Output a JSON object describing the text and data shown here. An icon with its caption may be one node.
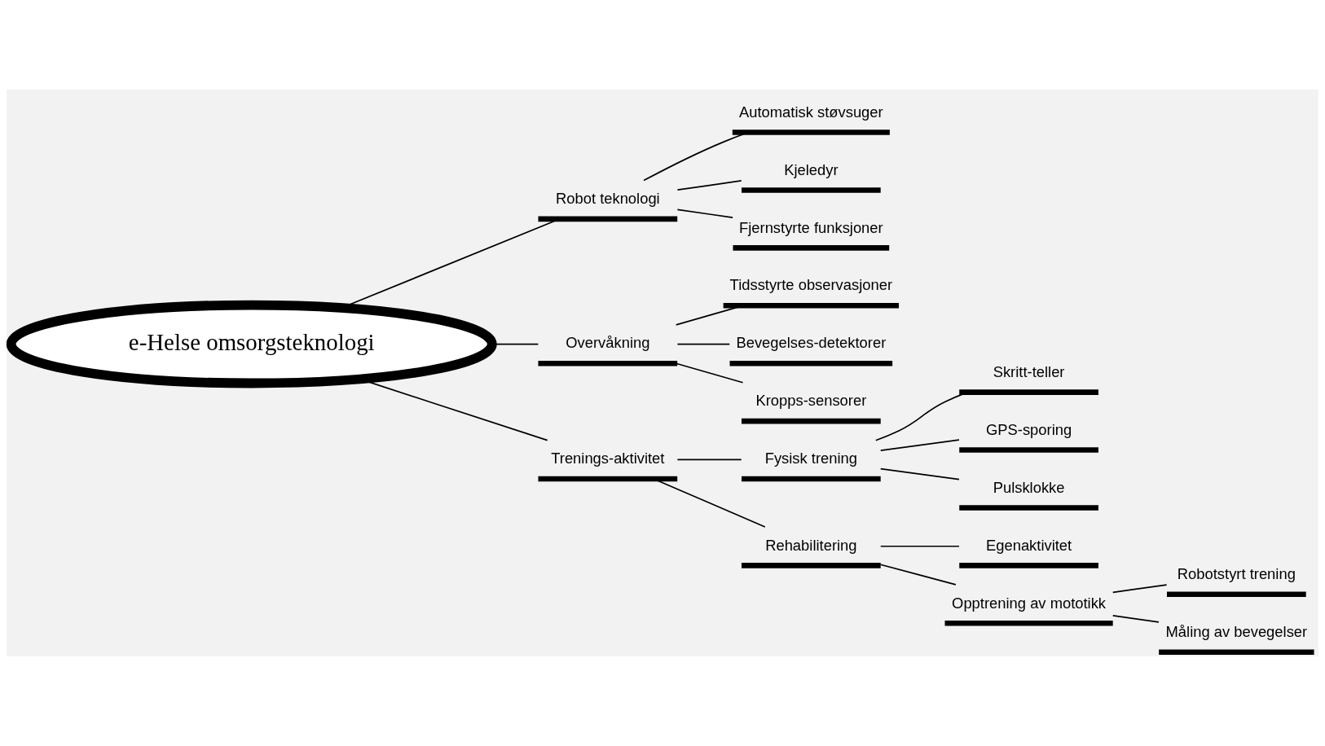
{
  "diagram": {
    "nodes": [
      {
        "text": [
          "e-Helse omsorgsteknologi"
        ]
      },
      {
        "text": [
          "Robot teknologi"
        ]
      },
      {
        "text": [
          "Automatisk støvsuger"
        ]
      },
      {
        "text": [
          "Kjeledyr"
        ]
      },
      {
        "text": [
          "Fjernstyrte funksjoner"
        ]
      },
      {
        "text": [
          "Overvåkning"
        ]
      },
      {
        "text": [
          "Tidsstyrte observasjoner"
        ]
      },
      {
        "text": [
          "Bevegelses-detektorer"
        ]
      },
      {
        "text": [
          "Kropps-sensorer"
        ]
      },
      {
        "text": [
          "Trenings-aktivitet"
        ]
      },
      {
        "text": [
          "Fysisk trening"
        ]
      },
      {
        "text": [
          "Skritt-teller"
        ]
      },
      {
        "text": [
          "GPS-sporing"
        ]
      },
      {
        "text": [
          "Pulsklokke"
        ]
      },
      {
        "text": [
          "Rehabilitering"
        ]
      },
      {
        "text": [
          "Egenaktivitet"
        ]
      },
      {
        "text": [
          "Opptrening av mototikk"
        ]
      },
      {
        "text": [
          "Robotstyrt trening"
        ]
      },
      {
        "text": [
          "Måling av bevegelser"
        ]
      }
    ],
    "edges": [
      {
        "from": 0,
        "to": 1,
        "arrow": "none"
      },
      {
        "from": 1,
        "to": 2,
        "arrow": "none"
      },
      {
        "from": 1,
        "to": 3,
        "arrow": "none"
      },
      {
        "from": 1,
        "to": 4,
        "arrow": "none"
      },
      {
        "from": 0,
        "to": 5,
        "arrow": "none"
      },
      {
        "from": 5,
        "to": 6,
        "arrow": "none"
      },
      {
        "from": 5,
        "to": 7,
        "arrow": "none"
      },
      {
        "from": 5,
        "to": 8,
        "arrow": "none"
      },
      {
        "from": 0,
        "to": 9,
        "arrow": "none"
      },
      {
        "from": 9,
        "to": 10,
        "arrow": "none"
      },
      {
        "from": 10,
        "to": 11,
        "arrow": "none"
      },
      {
        "from": 10,
        "to": 12,
        "arrow": "none"
      },
      {
        "from": 10,
        "to": 13,
        "arrow": "none"
      },
      {
        "from": 9,
        "to": 14,
        "arrow": "none"
      },
      {
        "from": 14,
        "to": 15,
        "arrow": "none"
      },
      {
        "from": 14,
        "to": 16,
        "arrow": "none"
      },
      {
        "from": 16,
        "to": 17,
        "arrow": "none"
      },
      {
        "from": 16,
        "to": 18,
        "arrow": "none"
      }
    ]
  }
}
